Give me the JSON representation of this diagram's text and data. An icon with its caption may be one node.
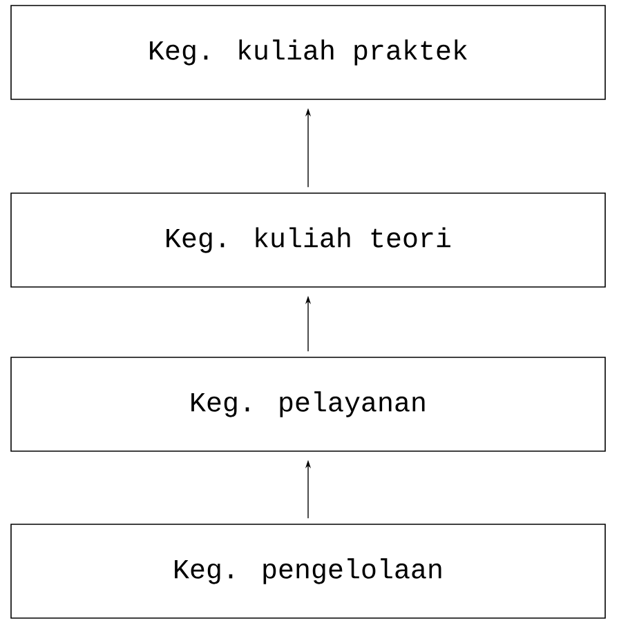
{
  "diagram": {
    "nodes": [
      {
        "text": [
          "Keg. kuliah praktek"
        ]
      },
      {
        "text": [
          "Keg. kuliah teori"
        ]
      },
      {
        "text": [
          "Keg. pelayanan"
        ]
      },
      {
        "text": [
          "Keg. pengelolaan"
        ]
      }
    ],
    "edges": [
      {
        "from": 3,
        "to": 2,
        "arrow": "to"
      },
      {
        "from": 2,
        "to": 1,
        "arrow": "to"
      },
      {
        "from": 1,
        "to": 0,
        "arrow": "to"
      }
    ]
  }
}
